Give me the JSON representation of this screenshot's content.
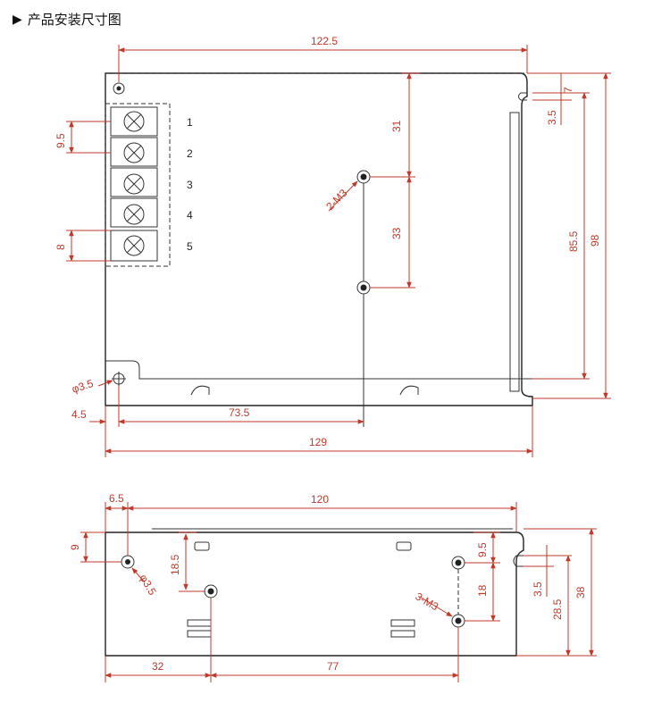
{
  "header": {
    "marker": "▶",
    "title": "产品安装尺寸图"
  },
  "top_view": {
    "terminals": [
      "1",
      "2",
      "3",
      "4",
      "5"
    ],
    "dims": {
      "overall_length": "122.5",
      "base_length": "129",
      "hole_offset": "4.5",
      "screw_x": "73.5",
      "screw_to_top": "31",
      "screw_spacing": "33",
      "slot_offset": "7",
      "slot_height": "3.5",
      "inner_height": "85.5",
      "overall_height": "98",
      "terminal_pitch": "9.5",
      "terminal_width": "8",
      "screw_label": "2-M3",
      "hole_dia": "φ3.5"
    }
  },
  "side_view": {
    "dims": {
      "left_offset": "6.5",
      "length": "120",
      "hole_from_top": "9",
      "hole_dia": "φ3.5",
      "screw_drop": "18.5",
      "screw_x1": "32",
      "screw_x2": "77",
      "right_upper": "9.5",
      "right_spacing": "18",
      "screw_label": "3-M3",
      "slot_height": "3.5",
      "inner_height": "28.5",
      "overall_height": "38"
    }
  }
}
